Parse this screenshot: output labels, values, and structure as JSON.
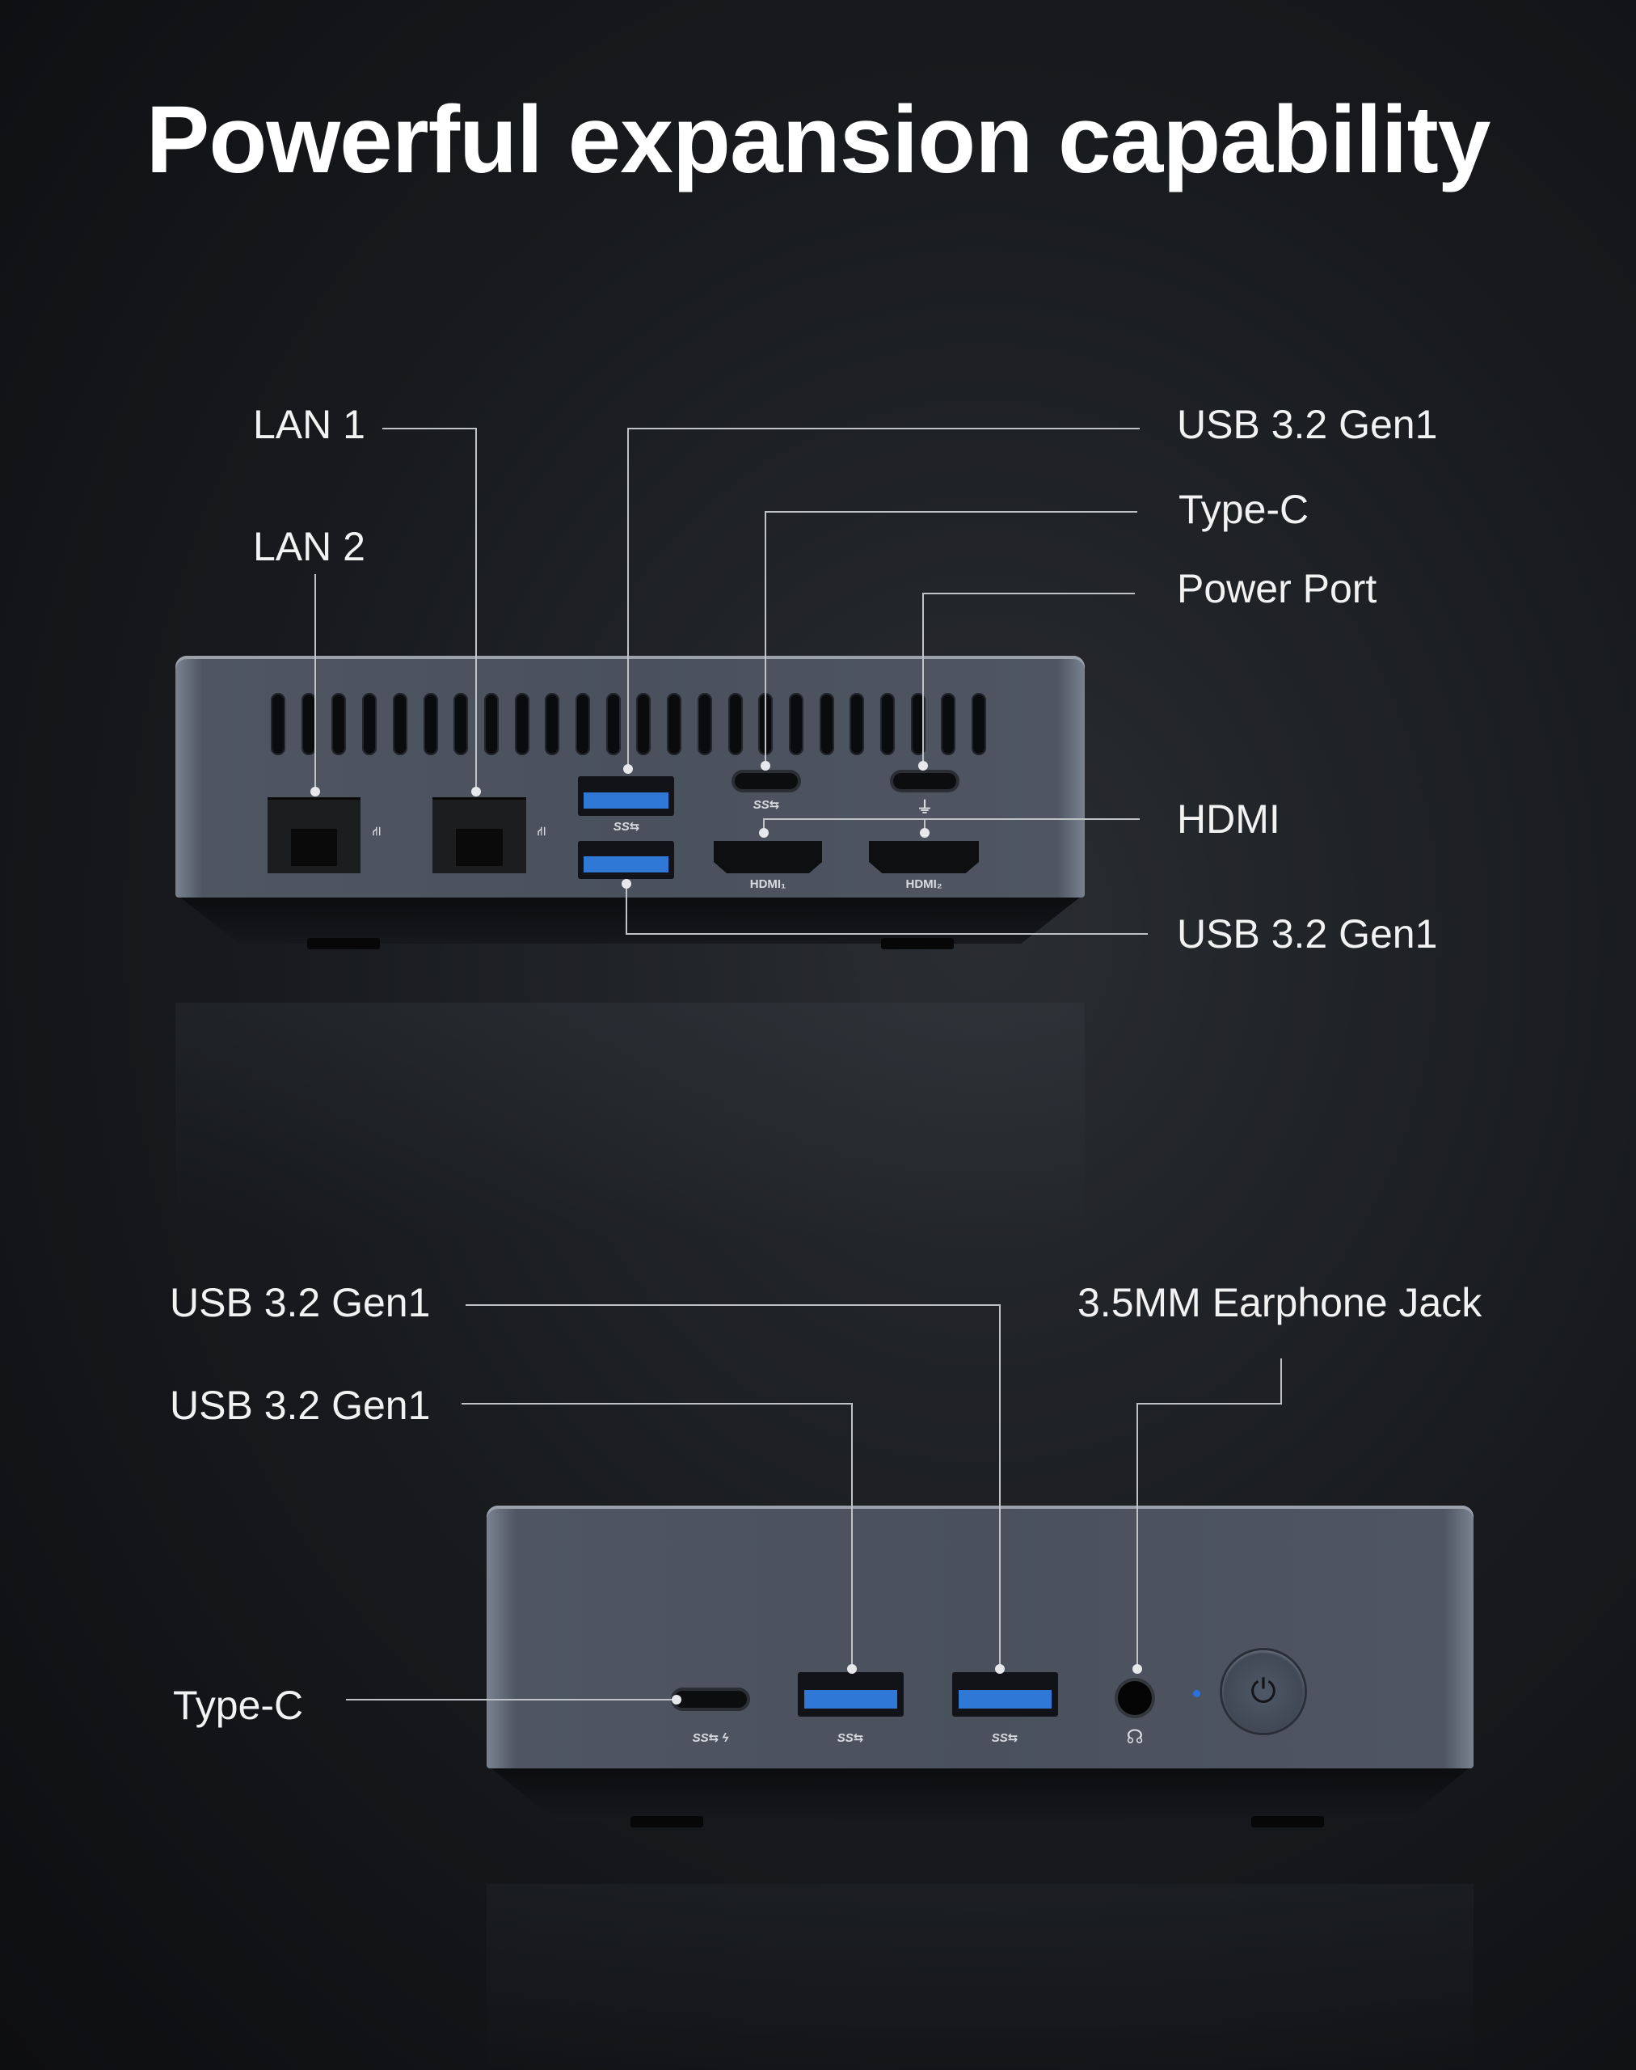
{
  "title": "Powerful expansion capability",
  "rear_labels": {
    "lan1": "LAN 1",
    "lan2": "LAN 2",
    "usb_top": "USB 3.2  Gen1",
    "typec": "Type-C",
    "power": "Power Port",
    "hdmi": "HDMI",
    "usb_bottom": "USB 3.2  Gen1"
  },
  "front_labels": {
    "usb_a": "USB 3.2  Gen1",
    "usb_b": "USB 3.2  Gen1",
    "jack": "3.5MM Earphone Jack",
    "typec": "Type-C"
  },
  "port_marks": {
    "ss": "SS⇆",
    "ss_charge": "SS⇆ ϟ",
    "hdmi1": "HDMI₁",
    "hdmi2": "HDMI₂",
    "plug_icon": "⏚",
    "lan_icon": "⛙",
    "headphone_icon": "☊",
    "power_icon": "⏻"
  },
  "colors": {
    "usb_blue": "#2f78d6",
    "led_blue": "#2c6fe0"
  }
}
